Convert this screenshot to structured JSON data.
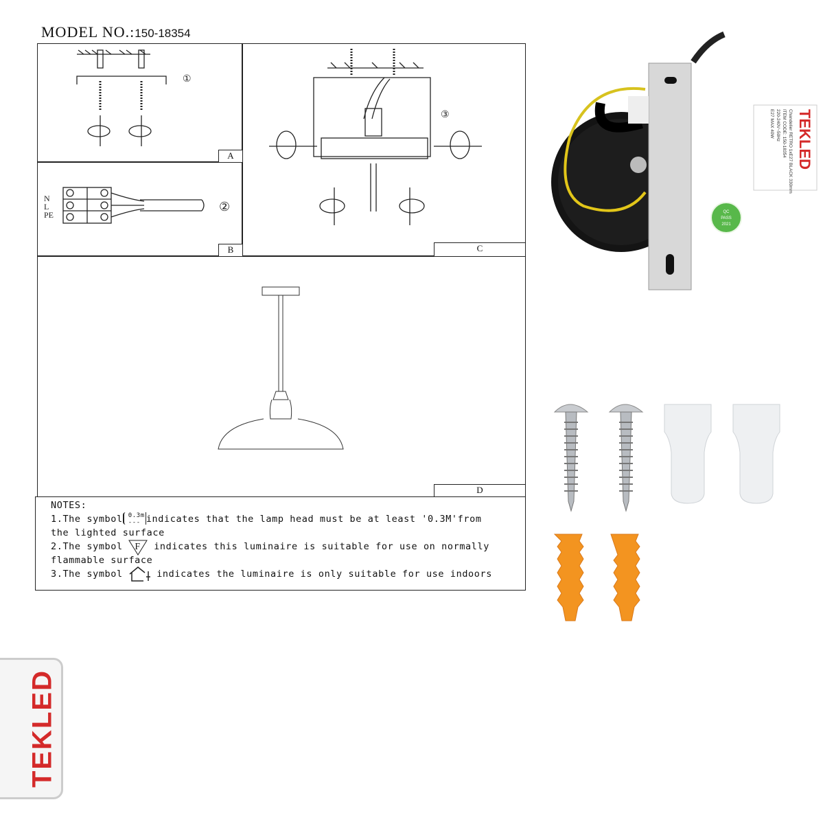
{
  "header": {
    "model_label": "MODEL NO.:",
    "model_number": "150-18354"
  },
  "panels": {
    "a": {
      "label": "A",
      "step": "①"
    },
    "b": {
      "label": "B",
      "step": "②",
      "terminals": [
        "N",
        "L",
        "PE"
      ]
    },
    "c": {
      "label": "C",
      "step": "③"
    },
    "d": {
      "label": "D"
    }
  },
  "notes": {
    "title": "NOTES:",
    "items": [
      {
        "prefix": "1.The symbol",
        "symbol": "0.3m",
        "text": "indicates that the lamp head must be at least '0.3M'from",
        "cont": "the lighted surface"
      },
      {
        "prefix": "2.The symbol",
        "symbol": "F",
        "text": "indicates this luminaire is suitable for use on normally",
        "cont": "flammable surface"
      },
      {
        "prefix": "3.The symbol",
        "symbol": "indoor-house-icon",
        "text": "indicates the luminaire is only suitable for use indoors"
      }
    ]
  },
  "product_label": {
    "brand": "TEKLED",
    "lines": [
      "Chandelier RETRO 1xE27 BLACK 330mm",
      "ITEM CODE: 150-18354",
      "220-240V~50Hz",
      "E27 MAX 40W"
    ],
    "qc_sticker": [
      "QC",
      "PASS",
      "2021"
    ]
  },
  "logo": {
    "text": "TEKLED"
  },
  "colors": {
    "brand_red": "#d42a2a",
    "anchor_orange": "#f39420",
    "sticker_green": "#58b84a",
    "base_black": "#141414"
  }
}
